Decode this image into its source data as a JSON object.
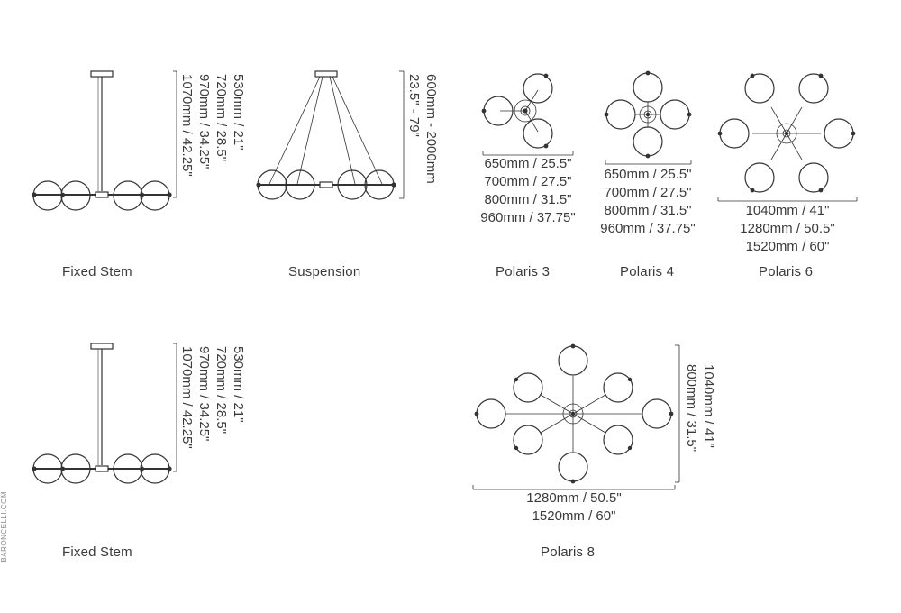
{
  "brand": "BARONCELLI.COM",
  "fixed_stem_top": {
    "caption": "Fixed Stem",
    "dims": [
      "530mm / 21\"",
      "720mm / 28.5\"",
      "970mm / 34.25\"",
      "1070mm / 42.25\""
    ]
  },
  "suspension": {
    "caption": "Suspension",
    "dims": [
      "600mm - 2000mm",
      "23.5\" - 79\""
    ]
  },
  "polaris3": {
    "caption": "Polaris 3",
    "dims": [
      "650mm / 25.5\"",
      "700mm / 27.5\"",
      "800mm / 31.5\"",
      "960mm / 37.75\""
    ]
  },
  "polaris4": {
    "caption": "Polaris 4",
    "dims": [
      "650mm / 25.5\"",
      "700mm / 27.5\"",
      "800mm / 31.5\"",
      "960mm / 37.75\""
    ]
  },
  "polaris6": {
    "caption": "Polaris 6",
    "dims": [
      "1040mm / 41\"",
      "1280mm / 50.5\"",
      "1520mm / 60\""
    ]
  },
  "fixed_stem_bottom": {
    "caption": "Fixed Stem",
    "dims": [
      "530mm / 21\"",
      "720mm / 28.5\"",
      "970mm / 34.25\"",
      "1070mm / 42.25\""
    ]
  },
  "polaris8": {
    "caption": "Polaris 8",
    "dims_width": [
      "1280mm / 50.5\"",
      "1520mm / 60\""
    ],
    "dims_height": [
      "1040mm / 41\"",
      "800mm / 31.5\""
    ]
  }
}
